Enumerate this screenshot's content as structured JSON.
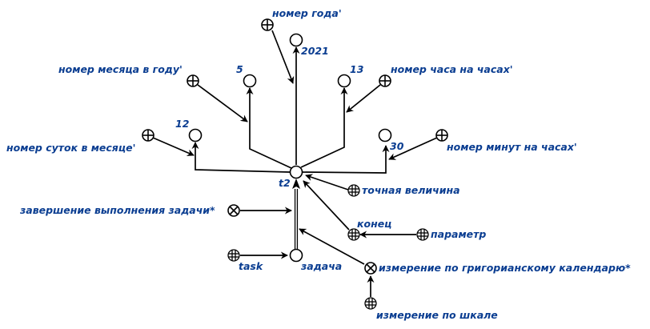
{
  "colors": {
    "label": "#0a3d91",
    "line": "#000000",
    "node_fill": "#ffffff"
  },
  "nodes": {
    "t2": "t2",
    "year_rel": "номер года'",
    "year_val": "2021",
    "month_rel": "номер месяца в году'",
    "month_val": "5",
    "hour_rel": "номер часа на часах'",
    "hour_val": "13",
    "day_rel": "номер суток в месяце'",
    "day_val": "12",
    "minute_rel": "номер минут на часах'",
    "minute_val": "30",
    "exact": "точная величина",
    "completion": "завершение выполнения задачи*",
    "end": "конец",
    "parameter": "параметр",
    "task_en": "task",
    "task_ru": "задача",
    "gregorian": "измерение по григорианскому календарю*",
    "scale": "измерение по шкале"
  }
}
